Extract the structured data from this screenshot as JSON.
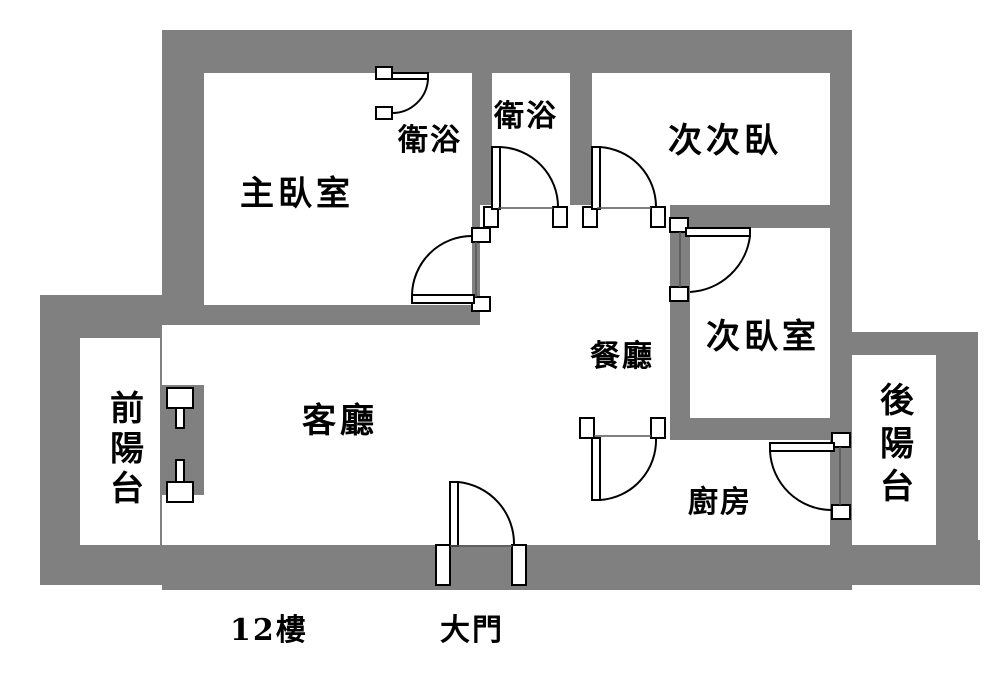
{
  "rooms": {
    "master_bedroom": "主臥室",
    "master_bath": "衛浴",
    "bath": "衛浴",
    "second_second_bedroom": "次次臥",
    "second_bedroom": "次臥室",
    "dining_room": "餐廳",
    "living_room": "客廳",
    "kitchen": "廚房",
    "front_balcony": [
      "前",
      "陽",
      "台"
    ],
    "back_balcony": [
      "後",
      "陽",
      "台"
    ]
  },
  "floor_label": "12樓",
  "main_door_label": "大門",
  "colors": {
    "wall": "#808080",
    "room": "#ffffff",
    "line": "#000000"
  }
}
